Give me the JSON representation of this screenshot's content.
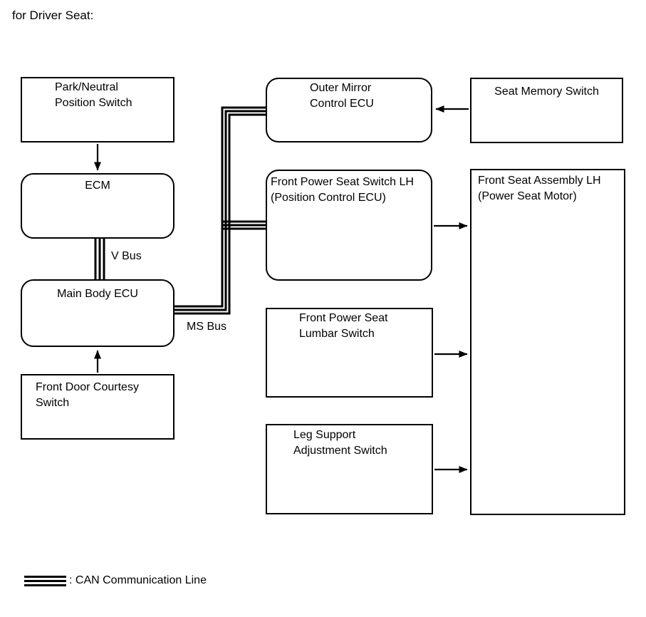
{
  "page_title": "for Driver Seat:",
  "colors": {
    "line": "#000000",
    "background": "#ffffff",
    "text": "#000000"
  },
  "diagram": {
    "boxes": [
      {
        "id": "park-neutral-position-switch",
        "shape": "rect",
        "lines": [
          "Park/Neutral",
          "Position Switch"
        ]
      },
      {
        "id": "ecm",
        "shape": "rounded",
        "lines": [
          "ECM"
        ]
      },
      {
        "id": "main-body-ecu",
        "shape": "rounded",
        "lines": [
          "Main Body ECU"
        ]
      },
      {
        "id": "front-door-courtesy-switch",
        "shape": "rect",
        "lines": [
          "Front Door Courtesy",
          "Switch"
        ]
      },
      {
        "id": "outer-mirror-control-ecu",
        "shape": "rounded",
        "lines": [
          "Outer Mirror",
          "Control ECU"
        ]
      },
      {
        "id": "seat-memory-switch",
        "shape": "rect",
        "lines": [
          "Seat Memory Switch"
        ]
      },
      {
        "id": "front-power-seat-switch-lh",
        "shape": "rounded",
        "lines": [
          "Front Power Seat Switch LH",
          "(Position Control ECU)"
        ]
      },
      {
        "id": "front-seat-assembly-lh",
        "shape": "rect",
        "lines": [
          "Front Seat Assembly LH",
          "(Power Seat Motor)"
        ]
      },
      {
        "id": "front-power-seat-lumbar-switch",
        "shape": "rect",
        "lines": [
          "Front Power Seat",
          "Lumbar Switch"
        ]
      },
      {
        "id": "leg-support-adjustment-switch",
        "shape": "rect",
        "lines": [
          "Leg Support",
          "Adjustment Switch"
        ]
      }
    ],
    "bus_labels": {
      "v_bus": "V Bus",
      "ms_bus": "MS Bus"
    },
    "legend": {
      "symbol": "can-triple-line",
      "label": ": CAN Communication Line"
    },
    "connections": [
      {
        "from": "Park/Neutral Position Switch",
        "to": "ECM",
        "type": "arrow"
      },
      {
        "from": "ECM",
        "to": "Main Body ECU",
        "type": "can",
        "label": "V Bus"
      },
      {
        "from": "Front Door Courtesy Switch",
        "to": "Main Body ECU",
        "type": "arrow"
      },
      {
        "from": "Main Body ECU",
        "to": "Outer Mirror Control ECU",
        "type": "can",
        "label": "MS Bus"
      },
      {
        "from": "Main Body ECU",
        "to": "Front Power Seat Switch LH (Position Control ECU)",
        "type": "can",
        "label": "MS Bus"
      },
      {
        "from": "Seat Memory Switch",
        "to": "Outer Mirror Control ECU",
        "type": "arrow"
      },
      {
        "from": "Front Power Seat Switch LH (Position Control ECU)",
        "to": "Front Seat Assembly LH (Power Seat Motor)",
        "type": "arrow"
      },
      {
        "from": "Front Power Seat Lumbar Switch",
        "to": "Front Seat Assembly LH (Power Seat Motor)",
        "type": "arrow"
      },
      {
        "from": "Leg Support Adjustment Switch",
        "to": "Front Seat Assembly LH (Power Seat Motor)",
        "type": "arrow"
      }
    ]
  }
}
